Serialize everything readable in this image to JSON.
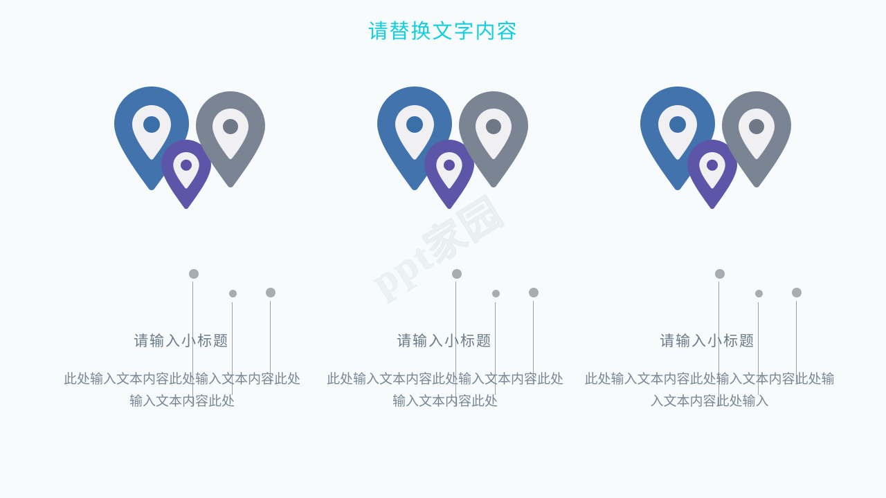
{
  "slide": {
    "title": "请替换文字内容",
    "background_color": "#f7fbfb",
    "title_color": "#12cede",
    "watermark": "ppt家园"
  },
  "palette": {
    "blue": "#4273ac",
    "purple": "#5d55a8",
    "gray": "#7a8492",
    "pin_inner": "#f0f0f2",
    "string": "#9aa0a6",
    "knot": "#a8adb2",
    "subtitle_text": "#6c7b8a",
    "body_text": "#7a8796"
  },
  "columns": [
    {
      "id": "column-1",
      "subtitle": "请输入小标题",
      "body": "此处输入文本内容此处输入文本内容此处输入文本内容此处",
      "balloons": [
        {
          "name": "balloon-blue",
          "color": "#4273ac",
          "dot_color": "#3b6fa8"
        },
        {
          "name": "balloon-purple",
          "color": "#5d55a8",
          "dot_color": "#5b51a4"
        },
        {
          "name": "balloon-gray",
          "color": "#7a8492",
          "dot_color": "#6e7886"
        }
      ]
    },
    {
      "id": "column-2",
      "subtitle": "请输入小标题",
      "body": "此处输入文本内容此处输入文本内容此处输入文本内容此处",
      "balloons": [
        {
          "name": "balloon-blue",
          "color": "#4273ac",
          "dot_color": "#3b6fa8"
        },
        {
          "name": "balloon-purple",
          "color": "#5d55a8",
          "dot_color": "#5b51a4"
        },
        {
          "name": "balloon-gray",
          "color": "#7a8492",
          "dot_color": "#6e7886"
        }
      ]
    },
    {
      "id": "column-3",
      "subtitle": "请输入小标题",
      "body": "此处输入文本内容此处输入文本内容此处输入文本内容此处输入",
      "balloons": [
        {
          "name": "balloon-blue",
          "color": "#4273ac",
          "dot_color": "#3b6fa8"
        },
        {
          "name": "balloon-purple",
          "color": "#5d55a8",
          "dot_color": "#5b51a4"
        },
        {
          "name": "balloon-gray",
          "color": "#7a8492",
          "dot_color": "#6e7886"
        }
      ]
    }
  ]
}
